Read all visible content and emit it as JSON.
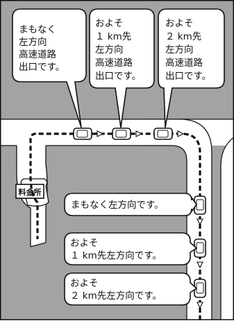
{
  "colors": {
    "background": "#a3a3a3",
    "road": "#ffffff",
    "route": "#111111",
    "bubble_fill": "#ffffff",
    "outline": "#111111"
  },
  "top_bubbles": [
    {
      "lines": [
        "まもなく",
        "左方向",
        "高速道路",
        "出口です。"
      ]
    },
    {
      "lines": [
        "およそ",
        "１ km先",
        "左方向",
        "高速道路",
        "出口です。"
      ]
    },
    {
      "lines": [
        "およそ",
        "２ km先",
        "左方向",
        "高速道路",
        "出口です。"
      ]
    }
  ],
  "side_bubbles": [
    {
      "lines": [
        "まもなく左方向です。"
      ]
    },
    {
      "lines": [
        "およそ",
        "１ km先左方向です。"
      ]
    },
    {
      "lines": [
        "およそ",
        "２ km先左方向です。"
      ]
    }
  ],
  "toll_label": "料金所",
  "icons": [
    "car-icon",
    "guidance-arrow-icon",
    "toll-gate-icon"
  ]
}
